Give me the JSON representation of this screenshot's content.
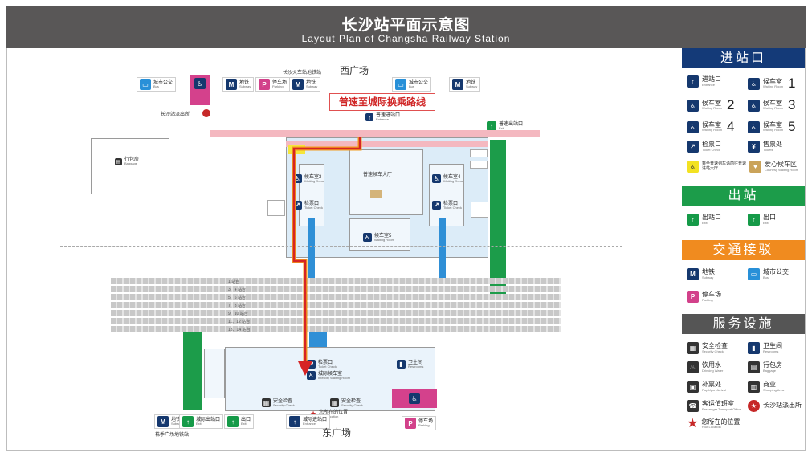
{
  "header": {
    "title_zh": "长沙站平面示意图",
    "title_en": "Layout Plan of Changsha Railway Station"
  },
  "map": {
    "west_plaza": "西广场",
    "east_plaza": "东广场",
    "transfer_route": "普速至城际换乘路线",
    "metro_west_label": "长沙火车站地铁站",
    "metro_east_label": "株季广场地铁站",
    "police_station": "长沙站派出所",
    "baggage_room": {
      "zh": "行包房",
      "en": "Baggage"
    },
    "regular_entrance": {
      "zh": "普速进站口",
      "en": "Entrance"
    },
    "regular_exit": {
      "zh": "普速出站口",
      "en": "Exit"
    },
    "waiting_hall": "普速候车大厅",
    "room3": {
      "zh": "候车室3",
      "en": "Waiting Room"
    },
    "room4": {
      "zh": "候车室4",
      "en": "Waiting Room"
    },
    "room5": {
      "zh": "候车室5",
      "en": "Waiting Room"
    },
    "ticket_check": {
      "zh": "检票口",
      "en": "Ticket Check"
    },
    "intercity_check": {
      "zh": "检票口",
      "en": "Ticket Check"
    },
    "intercity_room": {
      "zh": "城际候车室",
      "en": "Intercity Waiting Room"
    },
    "security_check": {
      "zh": "安全检查",
      "en": "Security Check"
    },
    "intercity_entrance": {
      "zh": "城际进站口",
      "en": "Entrance"
    },
    "intercity_exit": {
      "zh": "城际出站口",
      "en": "Exit"
    },
    "exit": {
      "zh": "出口",
      "en": "Exit"
    },
    "subway": {
      "zh": "地铁",
      "en": "Subway"
    },
    "bus": {
      "zh": "城市公交",
      "en": "Bus"
    },
    "parking": {
      "zh": "停车场",
      "en": "Parking"
    },
    "restroom": {
      "zh": "卫生间",
      "en": "Restrooms"
    },
    "you_are_here": {
      "zh": "您所在的位置",
      "en": "Your Location"
    },
    "tracks": [
      "1 站台",
      "3、4 站台",
      "5、6 站台",
      "7、8 站台",
      "9、10 站台",
      "11、12 站台",
      "13、14 站台"
    ]
  },
  "legend": {
    "entry": {
      "title": "进站口",
      "items": [
        {
          "icon": "entrance-icon",
          "zh": "进站口",
          "en": "Entrance",
          "num": ""
        },
        {
          "icon": "waiting-room-icon",
          "zh": "候车室",
          "en": "Waiting Room",
          "num": "1"
        },
        {
          "icon": "waiting-room-icon",
          "zh": "候车室",
          "en": "Waiting Room",
          "num": "2"
        },
        {
          "icon": "waiting-room-icon",
          "zh": "候车室",
          "en": "Waiting Room",
          "num": "3"
        },
        {
          "icon": "waiting-room-icon",
          "zh": "候车室",
          "en": "Waiting Room",
          "num": "4"
        },
        {
          "icon": "waiting-room-icon",
          "zh": "候车室",
          "en": "Waiting Room",
          "num": "5"
        },
        {
          "icon": "ticket-check-icon",
          "zh": "检票口",
          "en": "Ticket Check",
          "num": ""
        },
        {
          "icon": "tickets-icon",
          "zh": "售票处",
          "en": "Tickets",
          "num": ""
        },
        {
          "icon": "priority-icon",
          "zh": "乘坐普速列车请前往普速进站大厅",
          "en": "",
          "num": ""
        },
        {
          "icon": "courtesy-icon",
          "zh": "爱心候车区",
          "en": "Courtesy Waiting Room",
          "num": ""
        }
      ]
    },
    "exit": {
      "title": "出站",
      "items": [
        {
          "icon": "exit-icon",
          "zh": "出站口",
          "en": "Exit"
        },
        {
          "icon": "exit-icon",
          "zh": "出口",
          "en": "Exit"
        }
      ]
    },
    "transport": {
      "title": "交通接驳",
      "items": [
        {
          "icon": "subway-icon",
          "zh": "地铁",
          "en": "Subway"
        },
        {
          "icon": "bus-icon",
          "zh": "城市公交",
          "en": "Bus"
        },
        {
          "icon": "parking-icon",
          "zh": "停车场",
          "en": "Parking"
        }
      ]
    },
    "services": {
      "title": "服务设施",
      "items": [
        {
          "icon": "security-check-icon",
          "zh": "安全检查",
          "en": "Security Check"
        },
        {
          "icon": "restroom-icon",
          "zh": "卫生间",
          "en": "Restrooms"
        },
        {
          "icon": "drinking-water-icon",
          "zh": "饮用水",
          "en": "Drinking Water"
        },
        {
          "icon": "baggage-icon",
          "zh": "行包房",
          "en": "Baggage"
        },
        {
          "icon": "pay-upon-arrival-icon",
          "zh": "补票处",
          "en": "Pay Upon Arrival"
        },
        {
          "icon": "shopping-icon",
          "zh": "商业",
          "en": "Shopping Area"
        },
        {
          "icon": "transport-office-icon",
          "zh": "客运值班室",
          "en": "Passenger Transport Office"
        },
        {
          "icon": "police-icon",
          "zh": "长沙站派出所",
          "en": ""
        },
        {
          "icon": "location-star-icon",
          "zh": "您所在的位置",
          "en": "Your Location"
        }
      ]
    }
  }
}
